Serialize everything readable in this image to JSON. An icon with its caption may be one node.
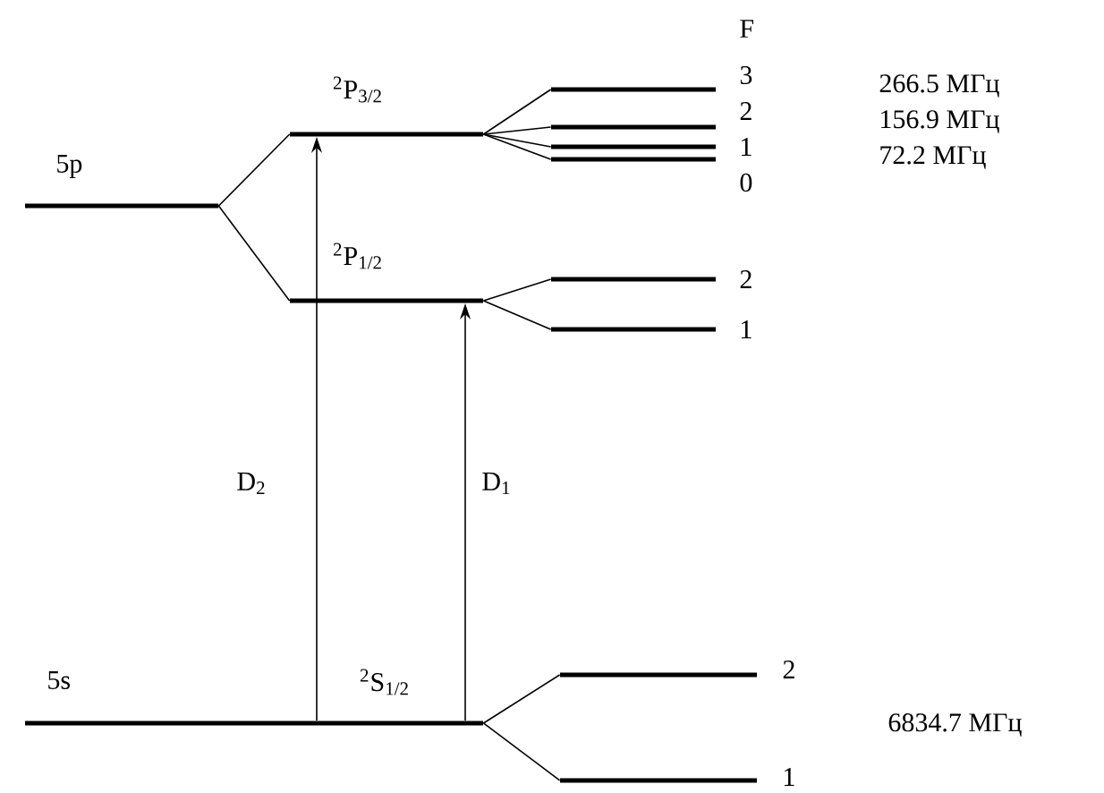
{
  "diagram": {
    "nodes": [
      {
        "text": [
          "5p"
        ]
      },
      {
        "text": [
          "$^{2}$P$_{3/2}$"
        ]
      },
      {
        "text": [
          "$^{2}$P$_{1/2}$"
        ]
      },
      {
        "text": [
          "3"
        ]
      },
      {
        "text": [
          "2"
        ]
      },
      {
        "text": [
          "1"
        ]
      },
      {
        "text": [
          "0"
        ]
      },
      {
        "text": [
          "2"
        ]
      },
      {
        "text": [
          "1"
        ]
      },
      {
        "text": [
          "5s",
          "$^{2}$S$_{1/2}$"
        ]
      },
      {
        "text": [
          "2"
        ]
      },
      {
        "text": [
          "1"
        ]
      }
    ],
    "edges": [
      {
        "from": 0,
        "to": 1,
        "arrow": "none"
      },
      {
        "from": 0,
        "to": 2,
        "arrow": "none"
      },
      {
        "from": 1,
        "to": 3,
        "arrow": "none"
      },
      {
        "from": 1,
        "to": 4,
        "arrow": "none"
      },
      {
        "from": 1,
        "to": 5,
        "arrow": "none"
      },
      {
        "from": 1,
        "to": 6,
        "arrow": "none"
      },
      {
        "from": 2,
        "to": 7,
        "arrow": "none"
      },
      {
        "from": 2,
        "to": 8,
        "arrow": "none"
      },
      {
        "from": 9,
        "to": 10,
        "arrow": "none"
      },
      {
        "from": 9,
        "to": 11,
        "arrow": "none"
      },
      {
        "from": 9,
        "to": 1,
        "arrow": "to",
        "label": "D$_{2}$"
      },
      {
        "from": 9,
        "to": 2,
        "arrow": "to",
        "label": "D$_{1}$"
      }
    ],
    "labels": [
      "F",
      "266.5 МГц",
      "156.9 МГц",
      "72.2 МГц",
      "6834.7 МГц"
    ]
  }
}
